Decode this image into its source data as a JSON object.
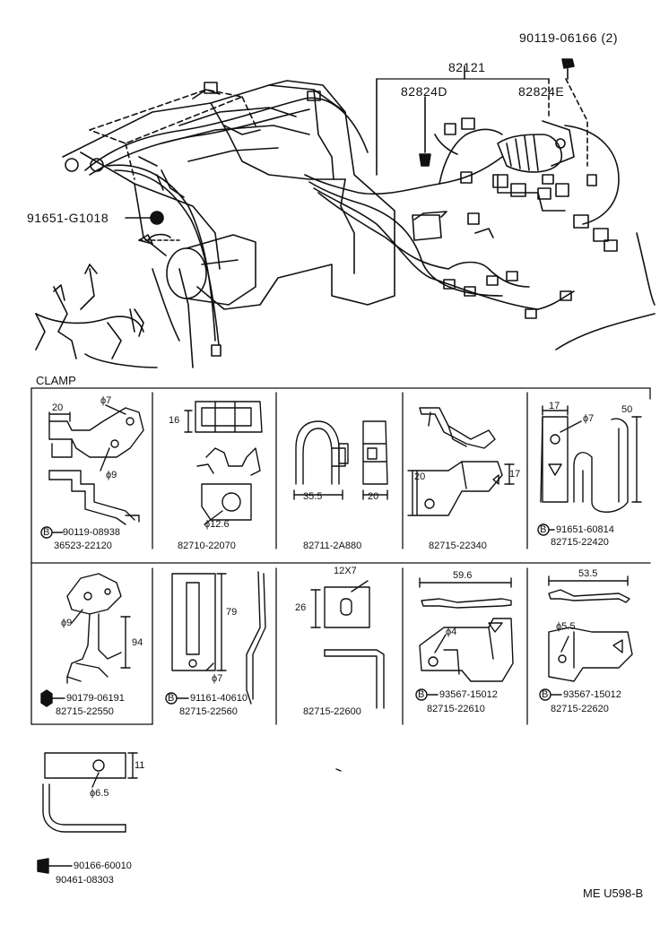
{
  "main_labels": {
    "bolt": "90119-06166 (2)",
    "wire_assy": "82121",
    "clamp_d": "82824D",
    "clamp_e": "82824E",
    "grommet": "91651-G1018"
  },
  "section_title": "CLAMP",
  "clamp_cells": [
    {
      "dims": [
        "20",
        "ϕ7",
        "ϕ9"
      ],
      "fastener": "90119-08938",
      "part": "36523-22120",
      "circled": "B"
    },
    {
      "dims": [
        "16",
        "ϕ12.6"
      ],
      "part": "82710-22070"
    },
    {
      "dims": [
        "35.5",
        "20"
      ],
      "part": "82711-2A880"
    },
    {
      "dims": [
        "20",
        "17"
      ],
      "part": "82715-22340"
    },
    {
      "dims": [
        "17",
        "50",
        "ϕ7"
      ],
      "fastener": "91651-60814",
      "part": "82715-22420",
      "circled": "B"
    },
    {
      "dims": [
        "ϕ9",
        "94"
      ],
      "fastener": "90179-06191",
      "part": "82715-22550"
    },
    {
      "dims": [
        "79",
        "ϕ7"
      ],
      "fastener": "91161-40610",
      "part": "82715-22560",
      "circled": "B"
    },
    {
      "dims": [
        "12X7",
        "26"
      ],
      "part": "82715-22600"
    },
    {
      "dims": [
        "59.6",
        "ϕ4"
      ],
      "fastener": "93567-15012",
      "part": "82715-22610",
      "circled": "B"
    },
    {
      "dims": [
        "53.5",
        "ϕ5.5"
      ],
      "fastener": "93567-15012",
      "part": "82715-22620",
      "circled": "B"
    },
    {
      "dims": [
        "11",
        "ϕ6.5"
      ],
      "fastener": "90166-60010",
      "part": "90461-08303"
    }
  ],
  "footer_code": "ME  U598-B"
}
